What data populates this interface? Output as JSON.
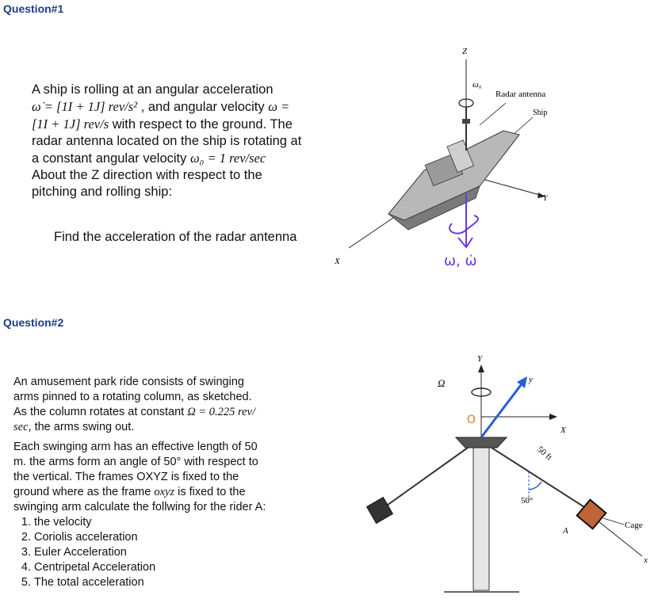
{
  "q1": {
    "heading": "Question#1",
    "line1": "A ship is rolling at an angular acceleration",
    "line2_math": "ω̇ = [1I + 1J] rev/s²",
    "line2_text": " , and angular velocity ",
    "line2_math2": "ω =",
    "line3_math": "[1I + 1J] rev/s",
    "line3_text": " with respect to the ground. The",
    "line4": "radar antenna located on the ship is rotating at",
    "line5_text": "a constant angular velocity ",
    "line5_math": "ω₀ = 1 rev/sec",
    "line6": "About the Z direction with respect to the",
    "line7": "pitching and rolling ship:",
    "find": "Find the acceleration of the radar antenna",
    "figure": {
      "z_label": "Z",
      "w0_label": "ω₀",
      "radar_label": "Radar antenna",
      "ship_label": "Ship",
      "y_label": "Y",
      "x_label": "X",
      "handwritten": "ω, ω̇"
    }
  },
  "q2": {
    "heading": "Question#2",
    "p1_l1": "An amusement park ride consists of swinging",
    "p1_l2": "arms pinned to a rotating column, as sketched.",
    "p1_l3_text": "As the column rotates at constant ",
    "p1_l3_math": "Ω = 0.225 rev/",
    "p1_l4_math": "sec",
    "p1_l4_text": ", the arms swing out.",
    "p2_l1": "Each swinging arm has an effective length of 50",
    "p2_l2": "m. the arms form an angle of 50° with respect to",
    "p2_l3": "the vertical. The frames OXYZ is fixed to the",
    "p2_l4_text1": "ground where as the frame ",
    "p2_l4_math": "oxyz",
    "p2_l4_text2": " is fixed to the",
    "p2_l5": "swinging arm calculate the follwing for the rider A:",
    "list": [
      "the velocity",
      "Coriolis acceleration",
      "Euler Acceleration",
      "Centripetal Acceleration",
      "The total acceleration"
    ],
    "figure": {
      "omega_label": "Ω",
      "Y_label": "Y",
      "y_label": "y",
      "X_label": "X",
      "O_label": "O",
      "len_label": "50 ft",
      "angle_label": "50°",
      "A_label": "A",
      "cage_label": "Cage",
      "x_label": "x"
    }
  }
}
